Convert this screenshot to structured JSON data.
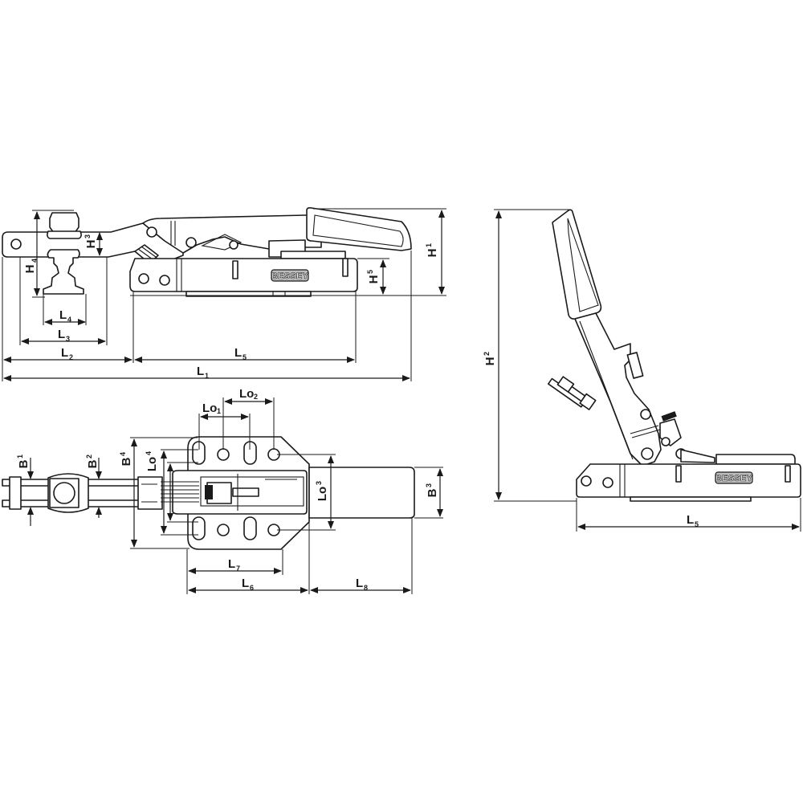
{
  "drawing": {
    "brand_logo": "BESSEY",
    "colors": {
      "line": "#1a1a1a",
      "background": "#ffffff",
      "logo_fill": "#bdbdbd"
    },
    "views": {
      "side_closed": {
        "dimensions": {
          "H1": {
            "main": "H",
            "sub": "1"
          },
          "H3": {
            "main": "H",
            "sub": "3"
          },
          "H4": {
            "main": "H",
            "sub": "4"
          },
          "H5": {
            "main": "H",
            "sub": "5"
          },
          "L1": {
            "main": "L",
            "sub": "1"
          },
          "L2": {
            "main": "L",
            "sub": "2"
          },
          "L3": {
            "main": "L",
            "sub": "3"
          },
          "L4": {
            "main": "L",
            "sub": "4"
          },
          "L5": {
            "main": "L",
            "sub": "5"
          }
        }
      },
      "top": {
        "dimensions": {
          "B1": {
            "main": "B",
            "sub": "1"
          },
          "B2": {
            "main": "B",
            "sub": "2"
          },
          "B3": {
            "main": "B",
            "sub": "3"
          },
          "B4": {
            "main": "B",
            "sub": "4"
          },
          "Lo1": {
            "main": "Lo",
            "sub": "1"
          },
          "Lo2": {
            "main": "Lo",
            "sub": "2"
          },
          "Lo3": {
            "main": "Lo",
            "sub": "3"
          },
          "Lo4": {
            "main": "Lo",
            "sub": "4"
          },
          "L6": {
            "main": "L",
            "sub": "6"
          },
          "L7": {
            "main": "L",
            "sub": "7"
          },
          "L8": {
            "main": "L",
            "sub": "8"
          }
        }
      },
      "side_open": {
        "dimensions": {
          "H2": {
            "main": "H",
            "sub": "2"
          },
          "L5": {
            "main": "L",
            "sub": "5"
          }
        }
      }
    }
  }
}
